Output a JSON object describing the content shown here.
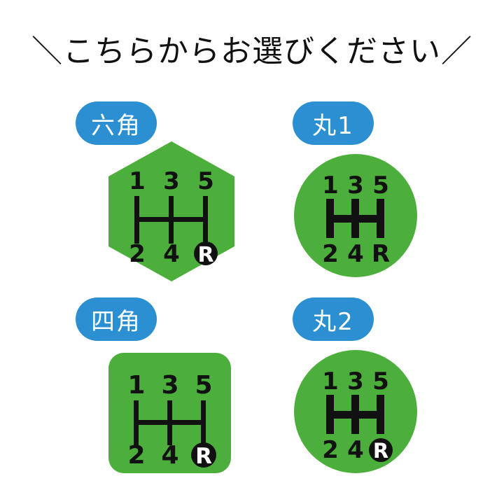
{
  "page": {
    "background_color": "#ffffff",
    "heading": "＼こちらからお選びください／"
  },
  "palette": {
    "green": "#4caf3c",
    "blue": "#2b8fd1",
    "black": "#111111",
    "white": "#ffffff"
  },
  "options": [
    {
      "id": "hexagon",
      "label": "六角",
      "shape": "hexagon",
      "shape_color": "#4caf3c",
      "pattern": {
        "top_gears": [
          "1",
          "3",
          "5"
        ],
        "bottom_gears": [
          "2",
          "4",
          "R"
        ],
        "reverse_label": "R",
        "reverse_circled": true,
        "stroke_weight": "thin"
      }
    },
    {
      "id": "round-1",
      "label": "丸1",
      "shape": "circle",
      "shape_color": "#4caf3c",
      "pattern": {
        "top_gears": [
          "1",
          "3",
          "5"
        ],
        "bottom_gears": [
          "2",
          "4",
          "R"
        ],
        "reverse_label": "R",
        "reverse_circled": false,
        "stroke_weight": "thick"
      }
    },
    {
      "id": "square",
      "label": "四角",
      "shape": "rounded-square",
      "shape_color": "#4caf3c",
      "pattern": {
        "top_gears": [
          "1",
          "3",
          "5"
        ],
        "bottom_gears": [
          "2",
          "4",
          "R"
        ],
        "reverse_label": "R",
        "reverse_circled": true,
        "stroke_weight": "thin"
      }
    },
    {
      "id": "round-2",
      "label": "丸2",
      "shape": "circle",
      "shape_color": "#4caf3c",
      "pattern": {
        "top_gears": [
          "1",
          "3",
          "5"
        ],
        "bottom_gears": [
          "2",
          "4",
          "R"
        ],
        "reverse_label": "R",
        "reverse_circled": true,
        "stroke_weight": "thick"
      }
    }
  ]
}
